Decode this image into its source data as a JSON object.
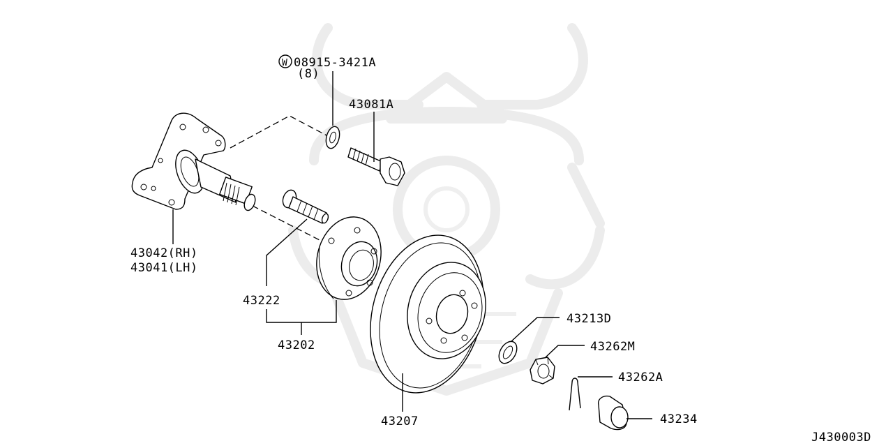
{
  "diagram": {
    "diagram_code": "J430003D",
    "callouts": {
      "washer_code": "08915-3421A",
      "washer_symbol": "W",
      "washer_qty": "(8)",
      "bolt": "43081A",
      "spindle_rh": "43042(RH)",
      "spindle_lh": "43041(LH)",
      "hub_bolt": "43222",
      "hub_assembly": "43202",
      "rotor": "43207",
      "spacer": "43213D",
      "nut": "43262M",
      "cotter_pin": "43262A",
      "cap": "43234"
    }
  }
}
